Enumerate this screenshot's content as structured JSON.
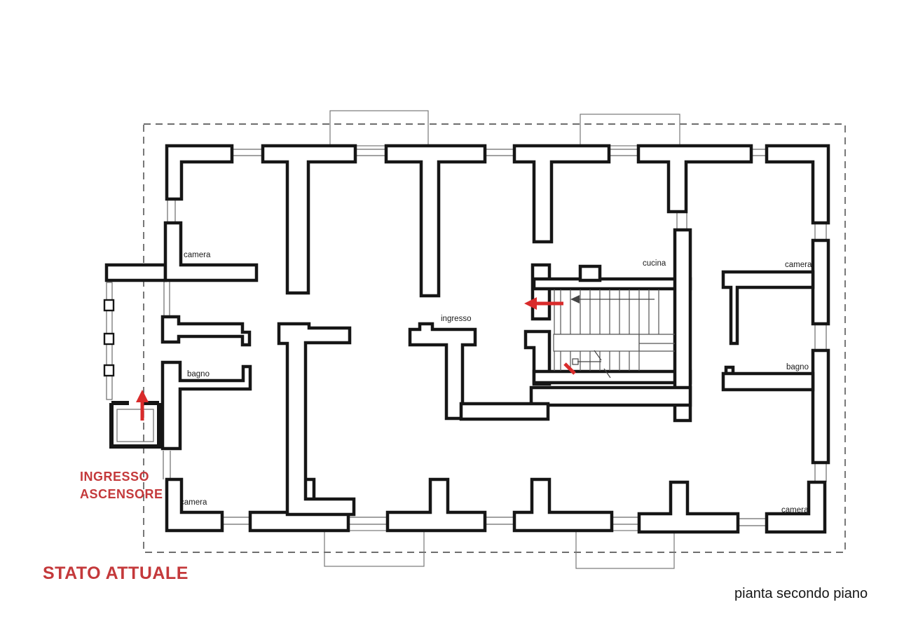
{
  "title": {
    "status_label": "STATO ATTUALE",
    "caption": "pianta secondo piano"
  },
  "annotations": {
    "elevator_entrance_line1": "INGRESSO",
    "elevator_entrance_line2": "ASCENSORE"
  },
  "rooms": {
    "camera_top_left": "camera",
    "cucina": "cucina",
    "camera_top_right": "camera",
    "ingresso": "ingresso",
    "bagno_left": "bagno",
    "bagno_right": "bagno",
    "camera_bottom_left": "camera",
    "camera_bottom_right": "camera"
  },
  "icons": {
    "stair_exit_arrow": "left-arrow",
    "elevator_entry_arrow": "up-arrow"
  },
  "colors": {
    "background": "#ffffff",
    "wall": "#161616",
    "thin_line": "#6b6b6b",
    "dashed_line": "#3f3f3f",
    "stair_line": "#555555",
    "annotation_red": "#c4393b",
    "arrow_red": "#d92b2b",
    "label_text": "#1b1b1b"
  }
}
